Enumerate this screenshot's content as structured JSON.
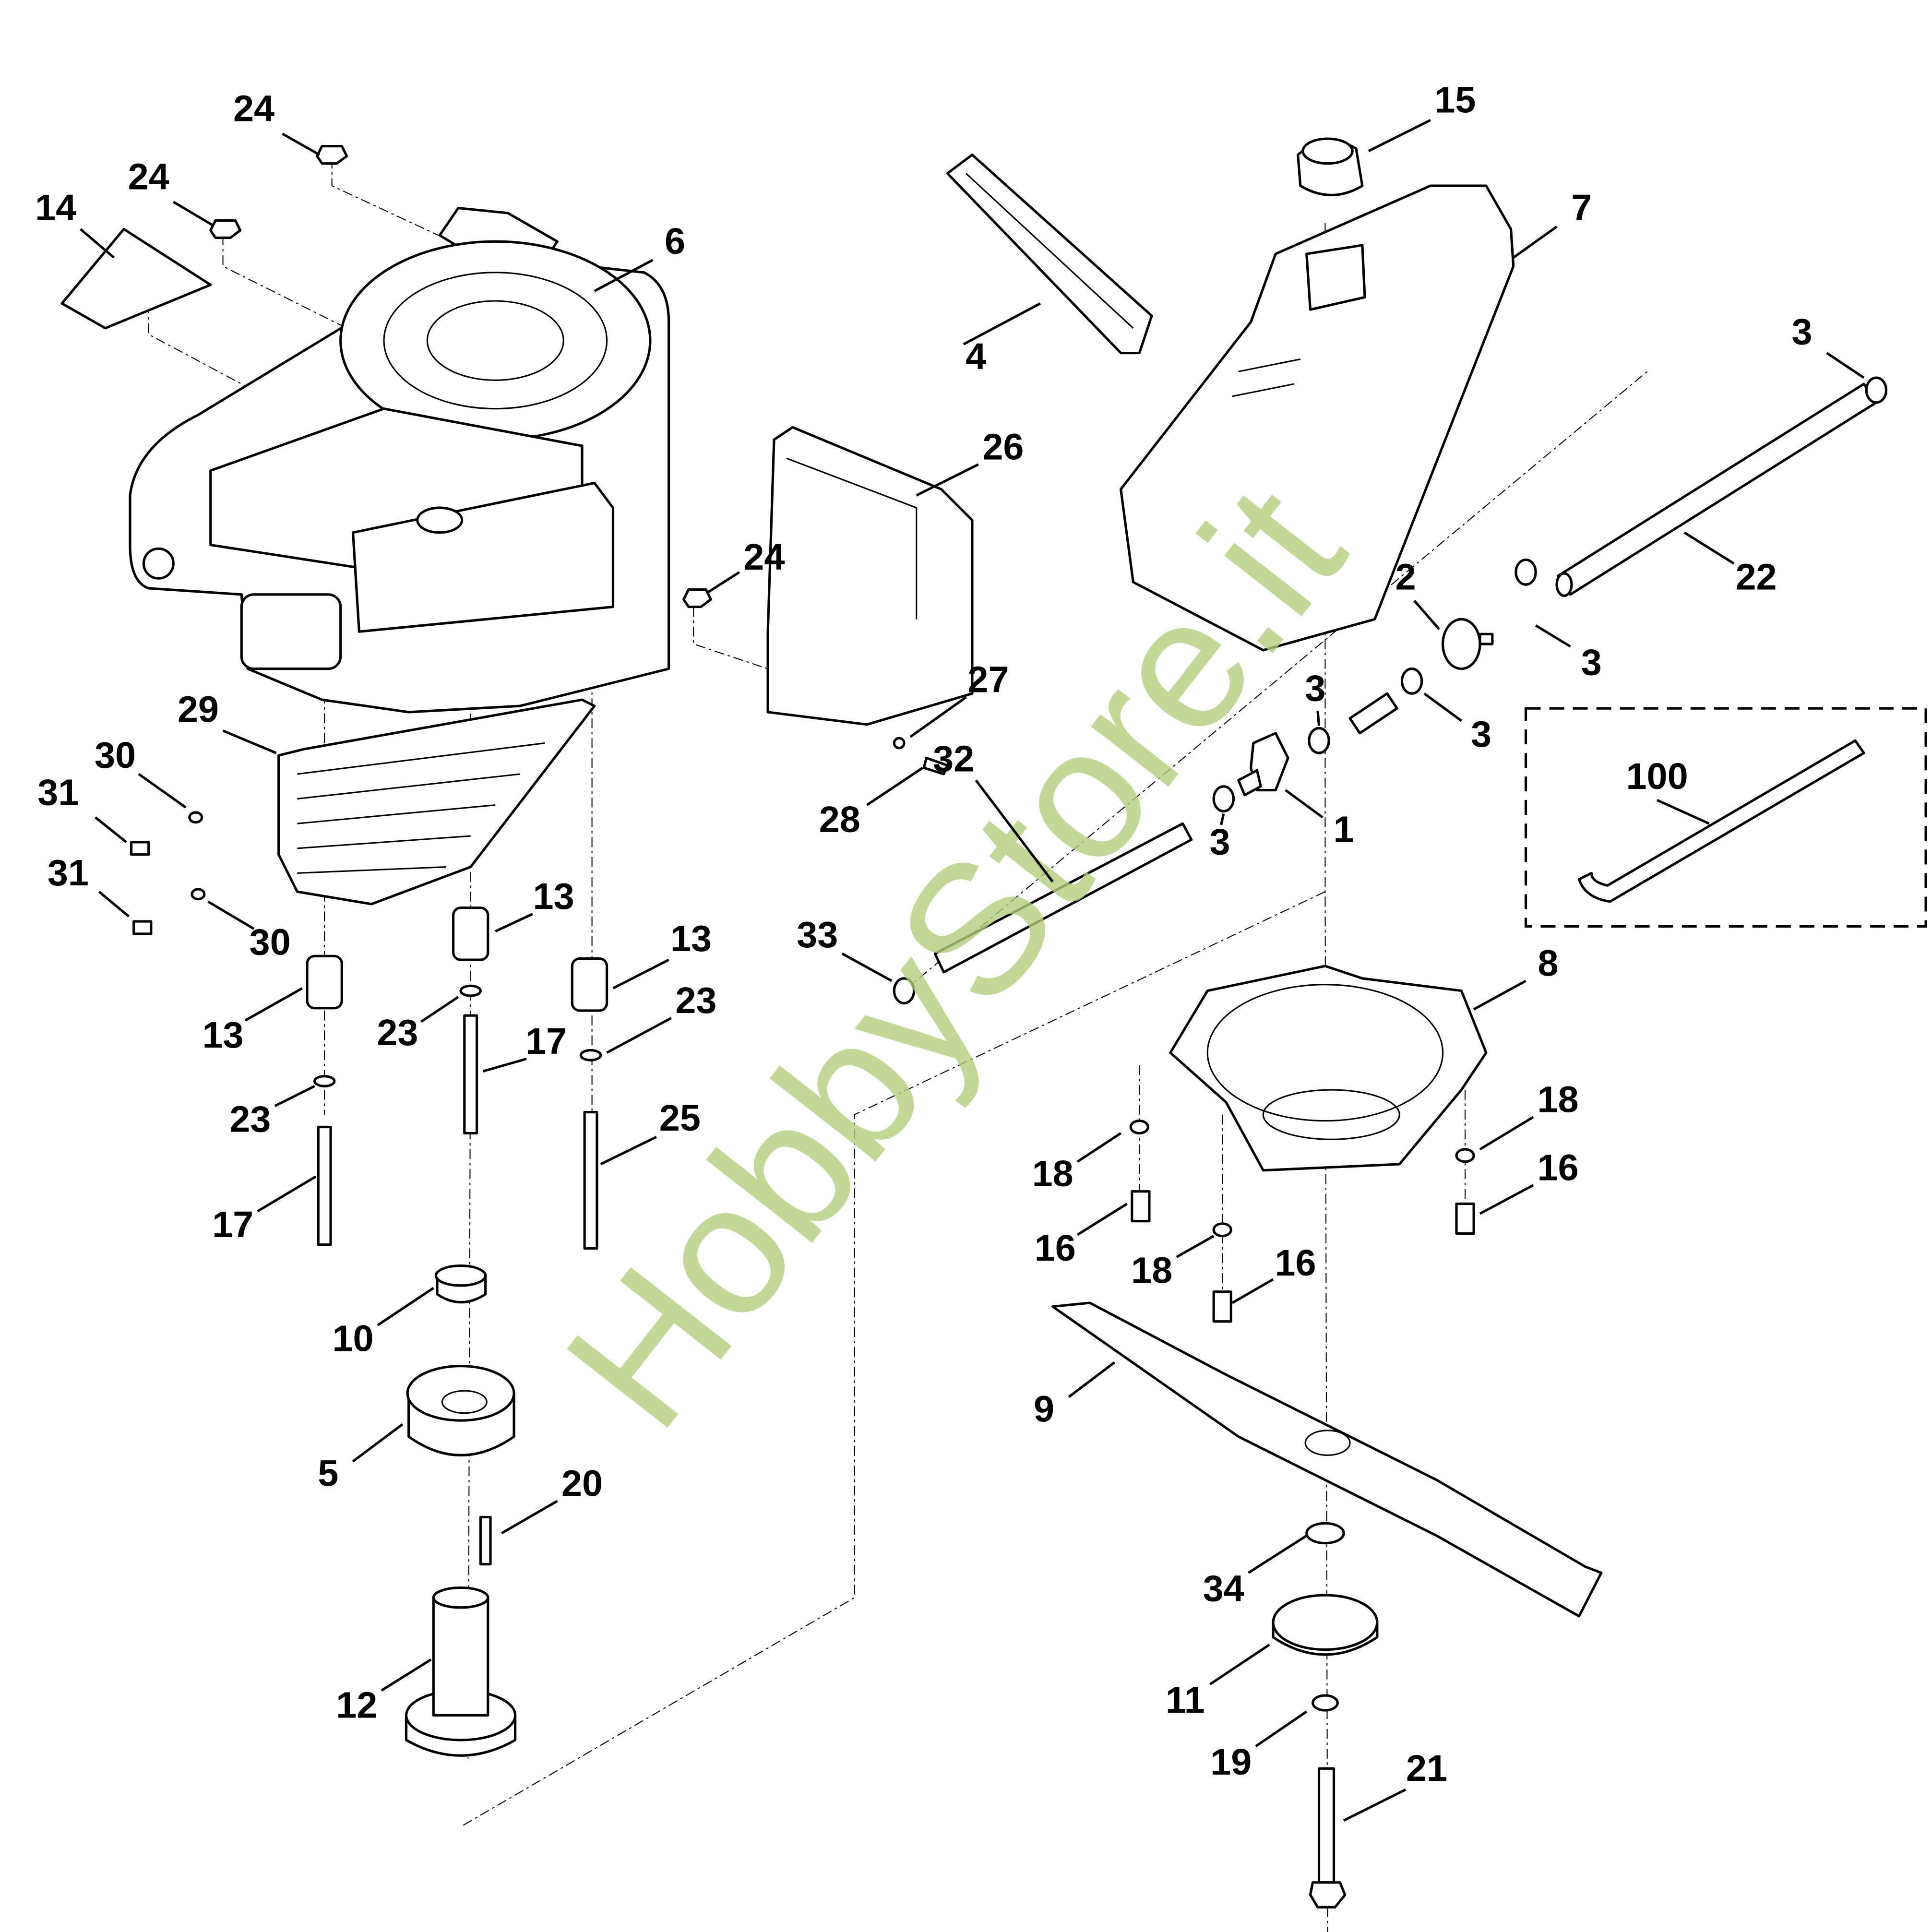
{
  "diagram": {
    "watermark": "HobbyStore.it",
    "callouts": [
      "24",
      "24",
      "14",
      "6",
      "15",
      "7",
      "4",
      "3",
      "26",
      "22",
      "24",
      "2",
      "3",
      "3",
      "27",
      "3",
      "3",
      "29",
      "30",
      "31",
      "100",
      "28",
      "32",
      "1",
      "31",
      "13",
      "30",
      "33",
      "13",
      "8",
      "13",
      "23",
      "17",
      "23",
      "18",
      "23",
      "25",
      "18",
      "16",
      "17",
      "16",
      "18",
      "16",
      "10",
      "9",
      "5",
      "20",
      "34",
      "12",
      "11",
      "19",
      "21"
    ]
  }
}
